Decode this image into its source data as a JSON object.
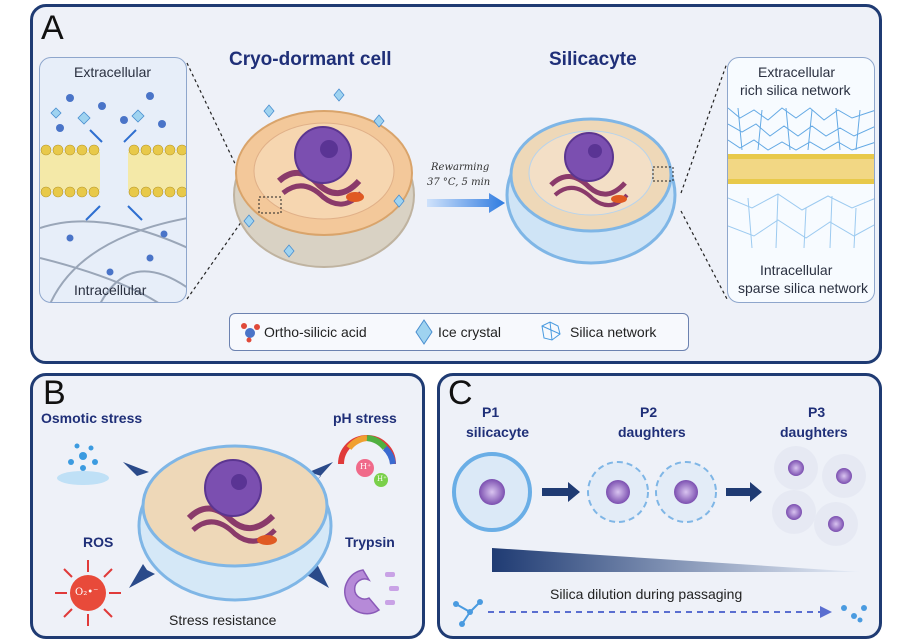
{
  "panel_a": {
    "letter": "A",
    "title_left": "Cryo-dormant cell",
    "title_right": "Silicacyte",
    "inset_left": {
      "top": "Extracellular",
      "bottom": "Intracellular"
    },
    "inset_right": {
      "top_line1": "Extracellular",
      "top_line2": "rich silica network",
      "bottom_line1": "Intracellular",
      "bottom_line2": "sparse silica network"
    },
    "arrow_label_line1": "Rewarming",
    "arrow_label_line2": "37 °C, 5 min",
    "legend": [
      {
        "label": "Ortho-silicic acid",
        "icon": "molecule-icon"
      },
      {
        "label": "Ice crystal",
        "icon": "ice-crystal-icon"
      },
      {
        "label": "Silica network",
        "icon": "silica-network-icon"
      }
    ]
  },
  "panel_b": {
    "letter": "B",
    "osmotic": "Osmotic stress",
    "ph": "pH stress",
    "ros": "ROS",
    "trypsin": "Trypsin",
    "caption": "Stress resistance",
    "ph_ions": [
      "H⁺",
      "H⁺"
    ],
    "ros_icon_text": "O₂•⁻"
  },
  "panel_c": {
    "letter": "C",
    "p1_line1": "P1",
    "p1_line2": "silicacyte",
    "p2_line1": "P2",
    "p2_line2": "daughters",
    "p3_line1": "P3",
    "p3_line2": "daughters",
    "caption": "Silica dilution during passaging"
  },
  "colors": {
    "border": "#1f3b73",
    "title": "#1f2f78",
    "nucleus": "#7b4fb0",
    "cytoplasm": "#f3c89a",
    "silica": "#7fb6e6",
    "membrane": "#e8c94a"
  }
}
